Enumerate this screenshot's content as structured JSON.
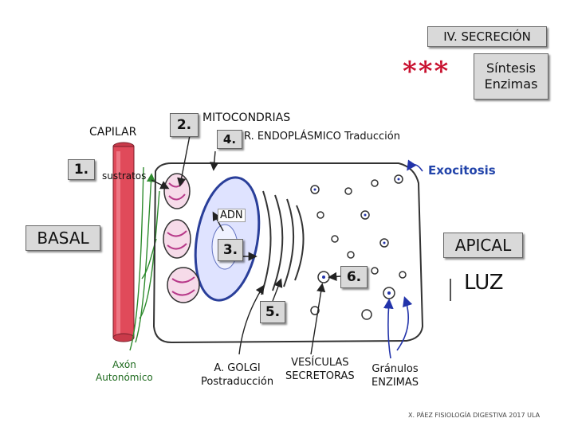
{
  "header": {
    "section_title": "IV. SECRECIÓN",
    "stars": "***",
    "topic_line1": "Síntesis",
    "topic_line2": "Enzimas"
  },
  "labels": {
    "capilar": "CAPILAR",
    "num1": "1.",
    "sustratos": "sustratos",
    "basal": "BASAL",
    "num2": "2.",
    "mitocondrias": "MITOCONDRIAS",
    "num4": "4.",
    "reticulo": "R. ENDOPLÁSMICO Traducción",
    "exocitosis": "Exocitosis",
    "adn": "ADN",
    "num3": "3.",
    "apical": "APICAL",
    "num6": "6.",
    "luz": "LUZ",
    "num5": "5.",
    "axon_line1": "Axón",
    "axon_line2": "Autonómico",
    "golgi_line1": "A. GOLGI",
    "golgi_line2": "Postraducción",
    "vesiculas_line1": "VESÍCULAS",
    "vesiculas_line2": "SECRETORAS",
    "granulos_line1": "Gránulos",
    "granulos_line2": "ENZIMAS"
  },
  "footer": {
    "credit": "X. PÁEZ  FISIOLOGÍA DIGESTIVA 2017  ULA"
  },
  "colors": {
    "capillary": "#e04a5a",
    "membrane": "#333333",
    "nucleus": "#2a3f9a",
    "mito": "#b83a8a",
    "arrows_blue": "#2233aa",
    "axon_green": "#2e8b2e",
    "stars_red": "#c8102e",
    "exocitosis_blue": "#2244aa"
  }
}
